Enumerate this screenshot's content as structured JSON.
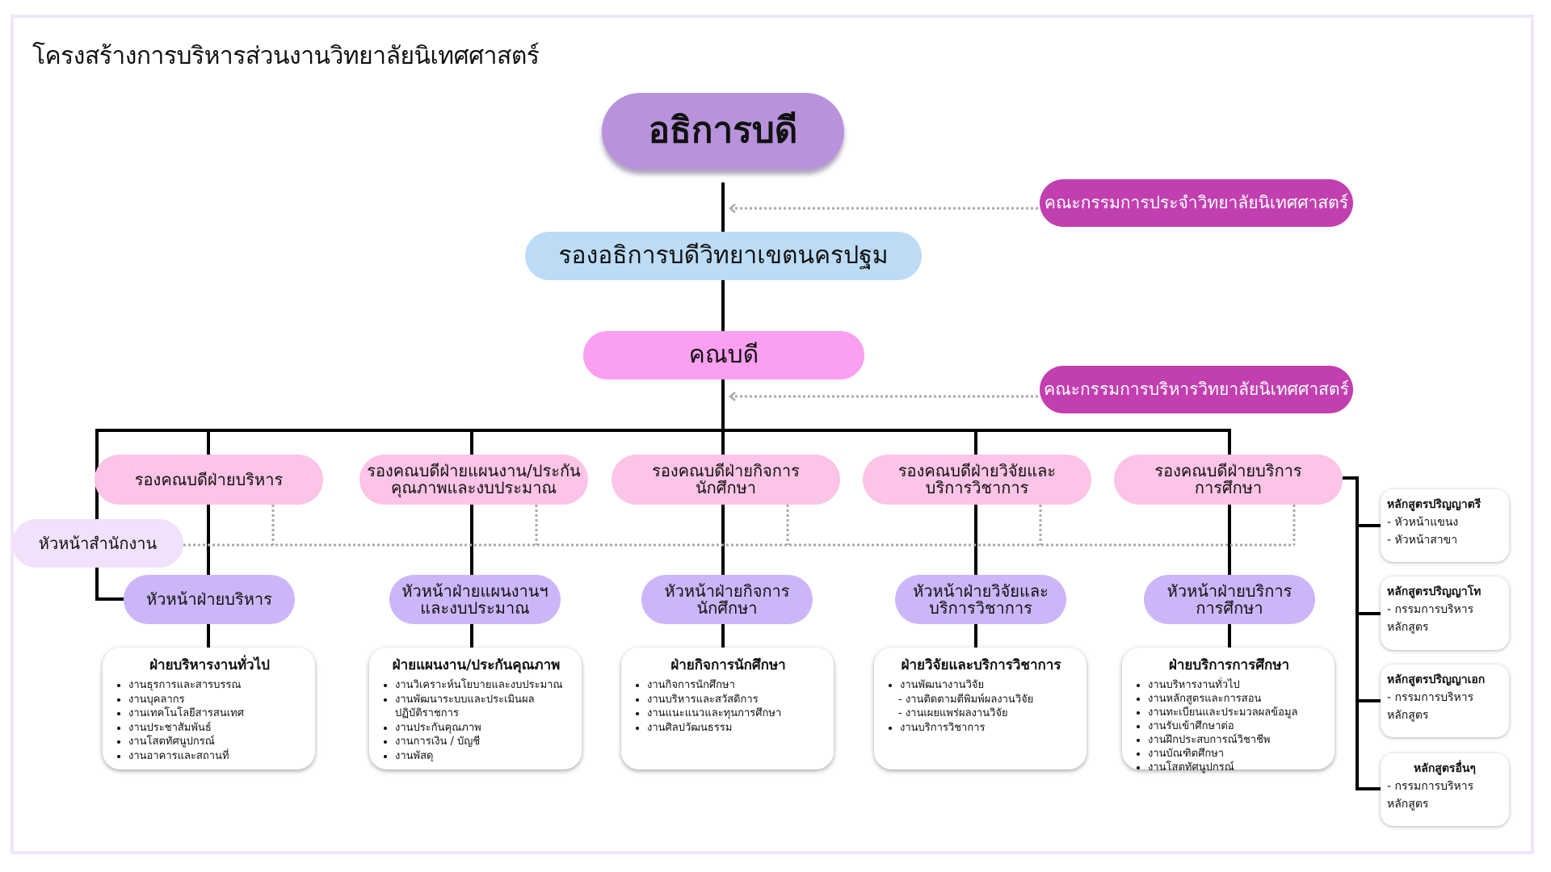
{
  "title": "โครงสร้างการบริหารส่วนงานวิทยาลัยนิเทศศาสตร์",
  "colors": {
    "president": "#b992dc",
    "vice_president": "#bcdcf6",
    "dean": "#fb9ff0",
    "committee": "#c23fb0",
    "vice_dean": "#fcc4e6",
    "office_head": "#f1e1fb",
    "division_head": "#cdb6f8"
  },
  "president": "อธิการบดี",
  "vice_president": "รองอธิการบดีวิทยาเขตนครปฐม",
  "dean": "คณบดี",
  "committees": [
    "คณะกรรมการประจำวิทยาลัยนิเทศศาสตร์",
    "คณะกรรมการบริหารวิทยาลัยนิเทศศาสตร์"
  ],
  "office_head": "หัวหน้าสำนักงาน",
  "vice_deans": [
    {
      "line1": "รองคณบดีฝ่ายบริหาร",
      "line2": ""
    },
    {
      "line1": "รองคณบดีฝ่ายแผนงาน/ประกัน",
      "line2": "คุณภาพและงบประมาณ"
    },
    {
      "line1": "รองคณบดีฝ่ายกิจการ",
      "line2": "นักศึกษา"
    },
    {
      "line1": "รองคณบดีฝ่ายวิจัยและ",
      "line2": "บริการวิชาการ"
    },
    {
      "line1": "รองคณบดีฝ่ายบริการ",
      "line2": "การศึกษา"
    }
  ],
  "division_heads": [
    {
      "line1": "หัวหน้าฝ่ายบริหาร",
      "line2": ""
    },
    {
      "line1": "หัวหน้าฝ่ายแผนงานฯ",
      "line2": "และงบประมาณ"
    },
    {
      "line1": "หัวหน้าฝ่ายกิจการ",
      "line2": "นักศึกษา"
    },
    {
      "line1": "หัวหน้าฝ่ายวิจัยและ",
      "line2": "บริการวิชาการ"
    },
    {
      "line1": "หัวหน้าฝ่ายบริการ",
      "line2": "การศึกษา"
    }
  ],
  "departments": [
    {
      "title": "ฝ่ายบริหารงานทั่วไป",
      "items": [
        "งานธุรการและสารบรรณ",
        "งานบุคลากร",
        "งานเทคโนโลยีสารสนเทศ",
        "งานประชาสัมพันธ์",
        "งานโสตทัศนูปกรณ์",
        "งานอาคารและสถานที่"
      ]
    },
    {
      "title": "ฝ่ายแผนงาน/ประกันคุณภาพ",
      "items": [
        "งานวิเคราะห์นโยบายและงบประมาณ",
        "งานพัฒนาระบบและประเมินผล",
        "ปฏิบัติราชการ",
        "งานประกันคุณภาพ",
        "งานการเงิน / บัญชี",
        "งานพัสดุ"
      ]
    },
    {
      "title": "ฝ่ายกิจการนักศึกษา",
      "items": [
        "งานกิจการนักศึกษา",
        "งานบริหารและสวัสดิการ",
        "งานแนะแนวและทุนการศึกษา",
        "งานศิลปวัฒนธรรม"
      ]
    },
    {
      "title": "ฝ่ายวิจัยและบริการวิชาการ",
      "items": [
        "งานพัฒนางานวิจัย",
        "- งานติดตามตีพิมพ์ผลงานวิจัย",
        "- งานเผยแพร่ผลงานวิจัย",
        "งานบริการวิชาการ"
      ]
    },
    {
      "title": "ฝ่ายบริการการศึกษา",
      "items": [
        "งานบริหารงานทั่วไป",
        "งานหลักสูตรและการสอน",
        "งานทะเบียนและประมวลผลข้อมูล",
        "งานรับเข้าศึกษาต่อ",
        "งานฝึกประสบการณ์วิชาชีพ",
        "งานบัณฑิตศึกษา",
        "งานโสตทัศนูปกรณ์"
      ]
    }
  ],
  "programs": [
    {
      "title": "หลักสูตรปริญญาตรี",
      "lines": [
        "- หัวหน้าแขนง",
        "- หัวหน้าสาขา"
      ]
    },
    {
      "title": "หลักสูตรปริญญาโท",
      "lines": [
        "- กรรมการบริหาร",
        "หลักสูตร"
      ]
    },
    {
      "title": "หลักสูตรปริญญาเอก",
      "lines": [
        "- กรรมการบริหาร",
        "หลักสูตร"
      ]
    },
    {
      "title": "หลักสูตรอื่นๆ",
      "lines": [
        "- กรรมการบริหาร",
        "หลักสูตร"
      ]
    }
  ]
}
